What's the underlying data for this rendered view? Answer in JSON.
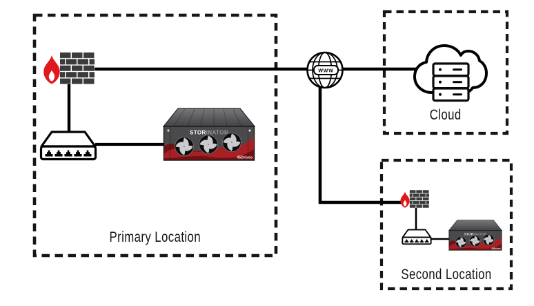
{
  "diagram": {
    "type": "network-topology",
    "regions": {
      "primary": {
        "label": "Primary Location"
      },
      "cloud": {
        "label": "Cloud"
      },
      "second": {
        "label": "Second Location"
      }
    },
    "internet": {
      "icon": "globe-www-icon",
      "label": "WWW"
    },
    "nodes": {
      "primary_firewall": {
        "icon": "firewall-icon"
      },
      "primary_switch": {
        "icon": "ethernet-switch-icon"
      },
      "primary_server": {
        "icon": "storinator-server-icon",
        "brand_stor": "STOR",
        "brand_inator": "INATOR",
        "badge": "45Drives"
      },
      "cloud_storage": {
        "icon": "cloud-server-rack-icon"
      },
      "second_firewall": {
        "icon": "firewall-icon"
      },
      "second_switch": {
        "icon": "ethernet-switch-icon"
      },
      "second_server": {
        "icon": "storinator-server-icon"
      }
    },
    "links": [
      "primary_firewall - internet",
      "internet - cloud_storage",
      "internet - second_firewall",
      "primary_firewall - primary_switch",
      "primary_switch - primary_server",
      "second_firewall - second_switch",
      "second_switch - second_server"
    ],
    "colors": {
      "background": "#ffffff",
      "line": "#000000",
      "box_border": "#161616",
      "brick": "#3b3b3b",
      "flame_red": "#e0191f",
      "storinator_red": "#a81f24",
      "storinator_dark_red": "#6e1214",
      "chassis": "#4a4a4c",
      "label_text": "#151515"
    }
  }
}
